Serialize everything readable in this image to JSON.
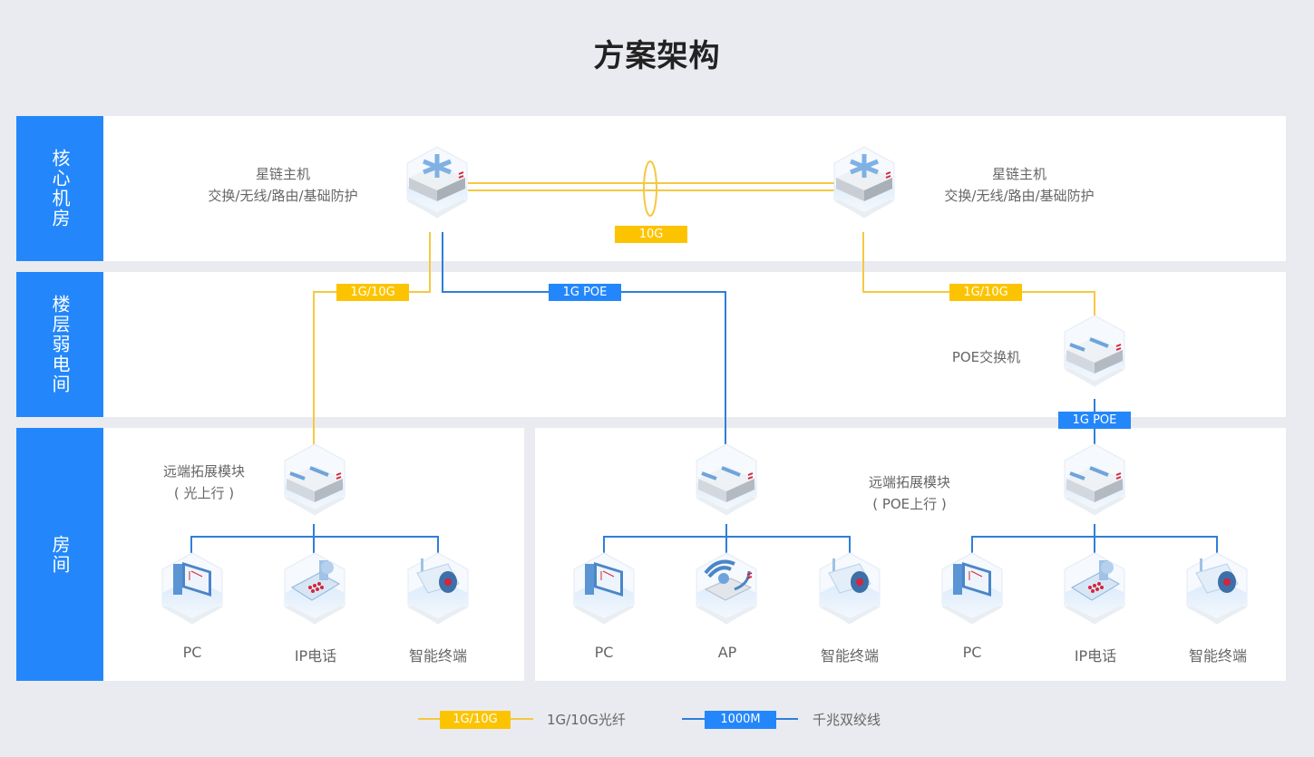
{
  "title": "方案架构",
  "rows": [
    {
      "label": "核心机房"
    },
    {
      "label": "楼层弱电间"
    },
    {
      "label": "房间"
    }
  ],
  "core": {
    "left": {
      "name": "星链主机",
      "features": "交换/无线/路由/基础防护"
    },
    "right": {
      "name": "星链主机",
      "features": "交换/无线/路由/基础防护"
    },
    "link_label": "10G"
  },
  "floor": {
    "poe_switch_label": "POE交换机",
    "link_left": "1G/10G",
    "link_middle": "1G POE",
    "link_right": "1G/10G",
    "link_poe_down": "1G POE"
  },
  "rooms": {
    "left": {
      "module_line1": "远端拓展模块",
      "module_line2": "( 光上行 )",
      "devices": [
        {
          "label": "PC",
          "icon": "pc-icon"
        },
        {
          "label": "IP电话",
          "icon": "ip-phone-icon"
        },
        {
          "label": "智能终端",
          "icon": "camera-icon"
        }
      ]
    },
    "middle": {
      "module_line1": "远端拓展模块",
      "module_line2": "( POE上行 )",
      "devices": [
        {
          "label": "PC",
          "icon": "pc-icon"
        },
        {
          "label": "AP",
          "icon": "access-point-icon"
        },
        {
          "label": "智能终端",
          "icon": "camera-icon"
        }
      ]
    },
    "right": {
      "devices": [
        {
          "label": "PC",
          "icon": "pc-icon"
        },
        {
          "label": "IP电话",
          "icon": "ip-phone-icon"
        },
        {
          "label": "智能终端",
          "icon": "camera-icon"
        }
      ]
    }
  },
  "legend": [
    {
      "tag": "1G/10G",
      "text": "1G/10G光纤",
      "color": "#fcc400"
    },
    {
      "tag": "1000M",
      "text": "千兆双绞线",
      "color": "#2387fb"
    }
  ],
  "colors": {
    "fiber": "#f5c842",
    "copper": "#2f7fd8",
    "label_bg": "#2387fb"
  }
}
